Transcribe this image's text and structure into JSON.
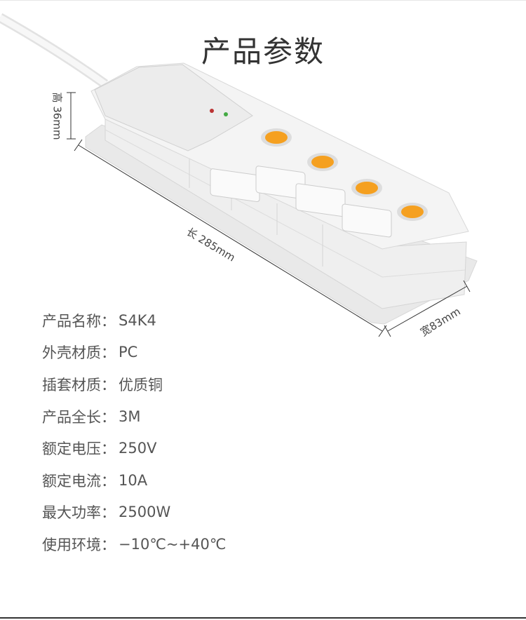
{
  "title": "产品参数",
  "dimensions": {
    "height": "高 36mm",
    "length": "长 285mm",
    "width": "宽83mm"
  },
  "specs": [
    {
      "label": "产品名称：",
      "value": "S4K4"
    },
    {
      "label": "外壳材质：",
      "value": "PC"
    },
    {
      "label": "插套材质：",
      "value": "优质铜"
    },
    {
      "label": "产品全长：",
      "value": "3M"
    },
    {
      "label": "额定电压：",
      "value": "250V"
    },
    {
      "label": "额定电流：",
      "value": "10A"
    },
    {
      "label": "最大功率：",
      "value": "2500W"
    },
    {
      "label": "使用环境：",
      "value": "−10℃~+40℃"
    }
  ],
  "colors": {
    "switch": "#f5a020",
    "body": "#eeeeee",
    "text": "#555555"
  }
}
